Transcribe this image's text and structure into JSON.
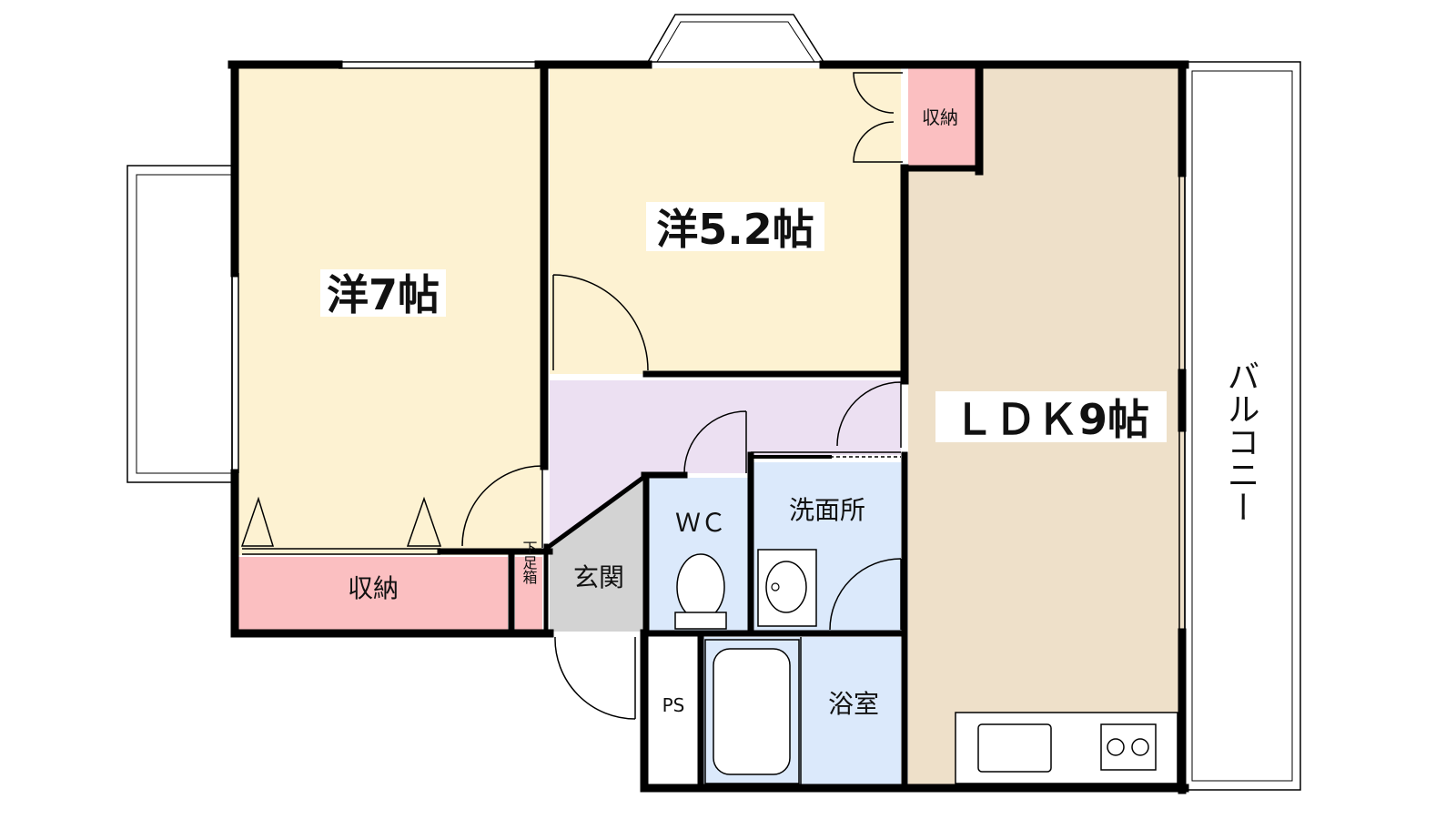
{
  "floor_plan": {
    "rooms": {
      "western_7": {
        "label": "洋7帖",
        "color": "#fdf2d2"
      },
      "western_52": {
        "label": "洋5.2帖",
        "color": "#fdf2d2"
      },
      "ldk": {
        "label": "ＬＤＫ9帖",
        "color": "#eee0c9"
      },
      "hallway": {
        "label": "",
        "color": "#ece0f2"
      },
      "entrance": {
        "label": "玄関",
        "color": "#d3d3d3"
      },
      "wc": {
        "label": "ＷＣ",
        "color": "#dbe9fb"
      },
      "washroom": {
        "label": "洗面所",
        "color": "#dbe9fb"
      },
      "bathroom": {
        "label": "浴室",
        "color": "#dbe9fb"
      },
      "storage_bottom": {
        "label": "収納",
        "color": "#fbbfc1"
      },
      "storage_top": {
        "label": "収納",
        "color": "#fbbfc1"
      },
      "shoe_box": {
        "label": "下足箱",
        "color": "#fbbfc1"
      },
      "ps": {
        "label": "PS"
      }
    },
    "balcony_label": "バルコニー",
    "wall_color": "#000000"
  }
}
